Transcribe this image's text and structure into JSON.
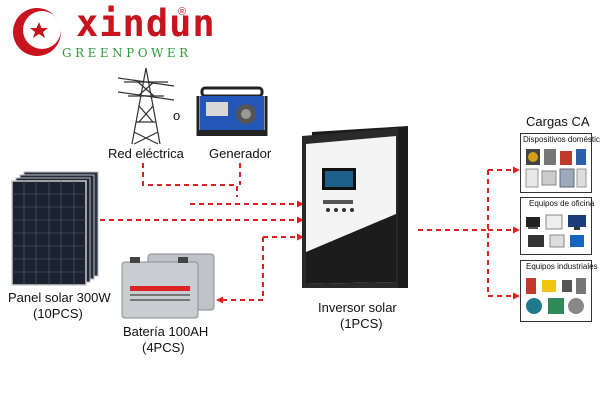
{
  "brand": {
    "name": "xindun",
    "registered_mark": "®",
    "tagline": "GREENPOWER",
    "accent_color": "#c8141e",
    "tagline_color": "#2f9a3b"
  },
  "sources": {
    "grid_label": "Red eléctrica",
    "or_label": "o",
    "generator_label": "Generador"
  },
  "solar_panel": {
    "label": "Panel solar 300W",
    "qty": "(10PCS)"
  },
  "battery": {
    "label": "Batería 100AH",
    "qty": "(4PCS)"
  },
  "inverter": {
    "label": "Inversor solar",
    "qty": "(1PCS)"
  },
  "loads": {
    "title": "Cargas CA",
    "groups": [
      {
        "title": "Dispositivos domésticos"
      },
      {
        "title": "Equipos de oficina"
      },
      {
        "title": "Equipos industriales"
      }
    ]
  },
  "colors": {
    "arrow": "#e02020",
    "panel": "#1b2230",
    "battery": "#c9ccd0",
    "inverter_front": "#f4f4f4"
  },
  "icons": [
    "transmission-tower-icon",
    "generator-icon",
    "solar-panel-icon",
    "battery-icon",
    "inverter-icon",
    "appliance-icon",
    "office-equipment-icon",
    "industrial-equipment-icon"
  ]
}
